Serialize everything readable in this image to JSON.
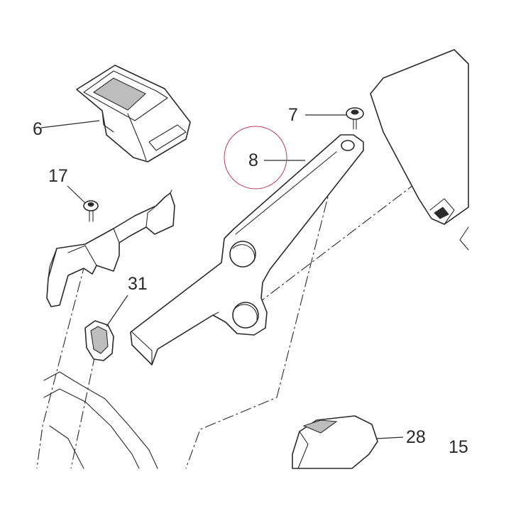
{
  "callouts": {
    "c6": "6",
    "c7": "7",
    "c8": "8",
    "c15": "15",
    "c17": "17",
    "c28": "28",
    "c31": "31"
  },
  "colors": {
    "line": "#2a2a2a",
    "highlight_circle": "#c0395a",
    "background": "#ffffff"
  }
}
